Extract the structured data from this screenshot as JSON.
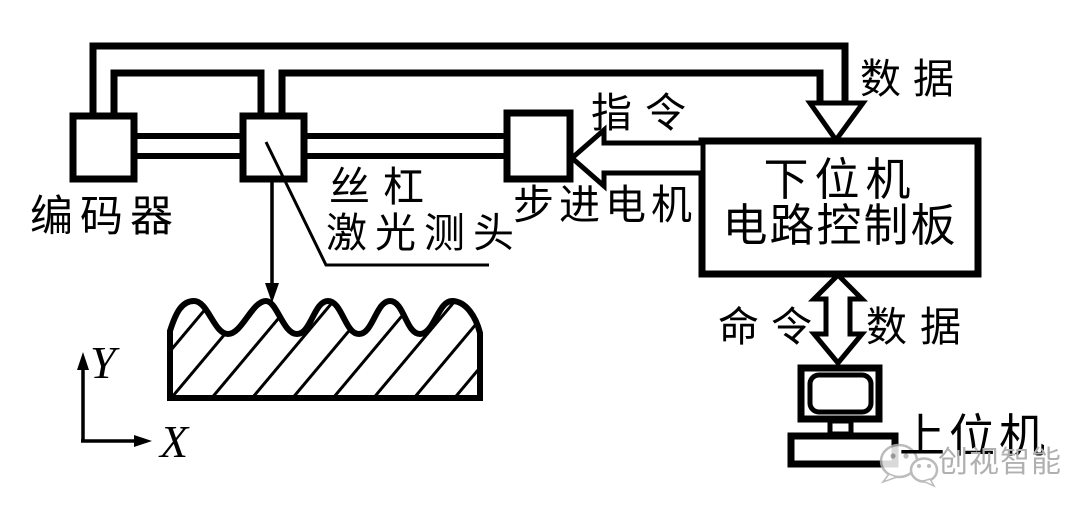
{
  "diagram": {
    "background": "#ffffff",
    "line_color": "#000000",
    "nodes": {
      "encoder_label": "编码器",
      "lead_screw_label": "丝杠",
      "laser_probe_label": "激光测头",
      "stepper_motor_label": "步进电机",
      "lower_machine_title_line1": "下位机",
      "lower_machine_title_line2": "电路控制板",
      "upper_machine_label": "上位机"
    },
    "signals": {
      "instruction_label": "指令",
      "data_top_label": "数据",
      "command_label": "命令",
      "data_bottom_label": "数据"
    },
    "axes": {
      "x_label": "X",
      "y_label": "Y"
    },
    "watermark": {
      "icon": "wechat-icon",
      "text": "创视智能",
      "color": "#b0b0b0"
    }
  }
}
